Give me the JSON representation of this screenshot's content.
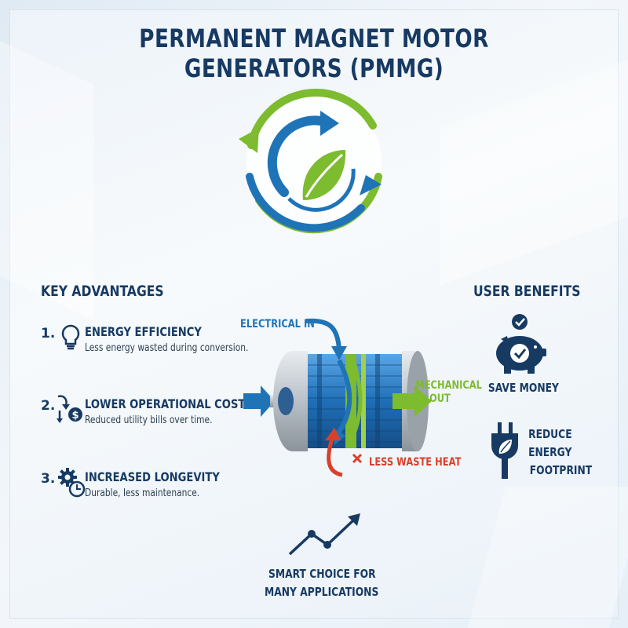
{
  "title": "PERMANENT MAGNET MOTOR GENERATORS (PMMG)",
  "key_advantages": {
    "heading": "KEY ADVANTAGES",
    "items": [
      {
        "number": "1.",
        "title": "ENERGY EFFICIENCY",
        "desc": "Less energy wasted during conversion.",
        "icon": "lightbulb-icon"
      },
      {
        "number": "2.",
        "title": "LOWER OPERATIONAL COSTS",
        "desc": "Reduced utility bills over time.",
        "icon": "cost-down-icon"
      },
      {
        "number": "3.",
        "title": "INCREASED LONGEVITY",
        "desc": "Durable, less maintenance.",
        "icon": "gear-clock-icon"
      }
    ]
  },
  "motor": {
    "electrical_in": "ELECTRICAL IN",
    "mechanical_out_line1": "MECHANICAL",
    "mechanical_out_line2": "OUT",
    "less_waste_heat": "LESS WASTE HEAT"
  },
  "user_benefits": {
    "heading": "USER BENEFITS",
    "save_money": "SAVE MONEY",
    "reduce_line1": "REDUCE",
    "reduce_line2": "ENERGY",
    "reduce_line3": "FOOTPRINT"
  },
  "footer": {
    "line1": "SMART CHOICE FOR",
    "line2": "MANY APPLICATIONS"
  },
  "colors": {
    "navy": "#173a63",
    "blue": "#1f74b8",
    "green": "#7dbb2f",
    "red": "#d9402b"
  }
}
